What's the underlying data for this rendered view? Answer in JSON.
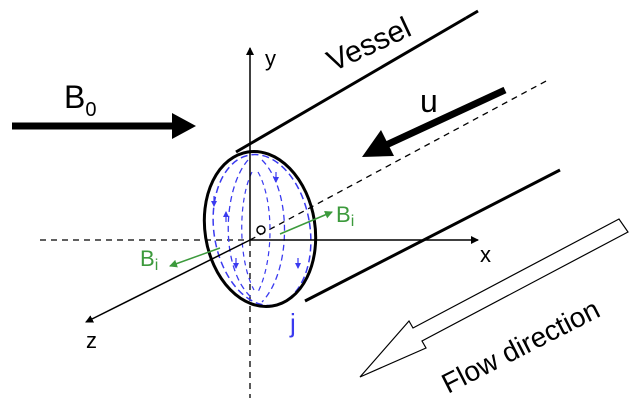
{
  "labels": {
    "vessel": "Vessel",
    "b0_main": "B",
    "b0_sub": "0",
    "u": "u",
    "y": "y",
    "x": "x",
    "z": "z",
    "origin": "O",
    "bi_right_main": "B",
    "bi_right_sub": "i",
    "bi_left_main": "B",
    "bi_left_sub": "i",
    "j": "j",
    "flow": "Flow direction"
  },
  "colors": {
    "black": "#000000",
    "blue": "#3a3af0",
    "green": "#3c9a3c"
  }
}
